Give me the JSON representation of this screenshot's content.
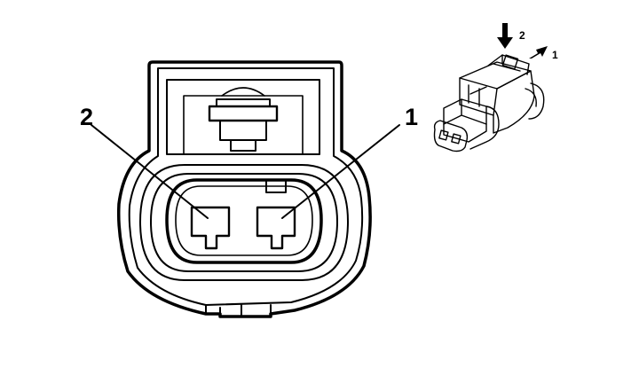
{
  "connector_face": {
    "pin_labels": [
      "2",
      "1"
    ]
  },
  "inset_view": {
    "motion_arrows": [
      {
        "label": "2",
        "icon": "arrow-down-icon"
      },
      {
        "label": "1",
        "icon": "arrow-up-right-icon"
      }
    ]
  },
  "colors": {
    "stroke": "#000000",
    "background": "#ffffff"
  }
}
